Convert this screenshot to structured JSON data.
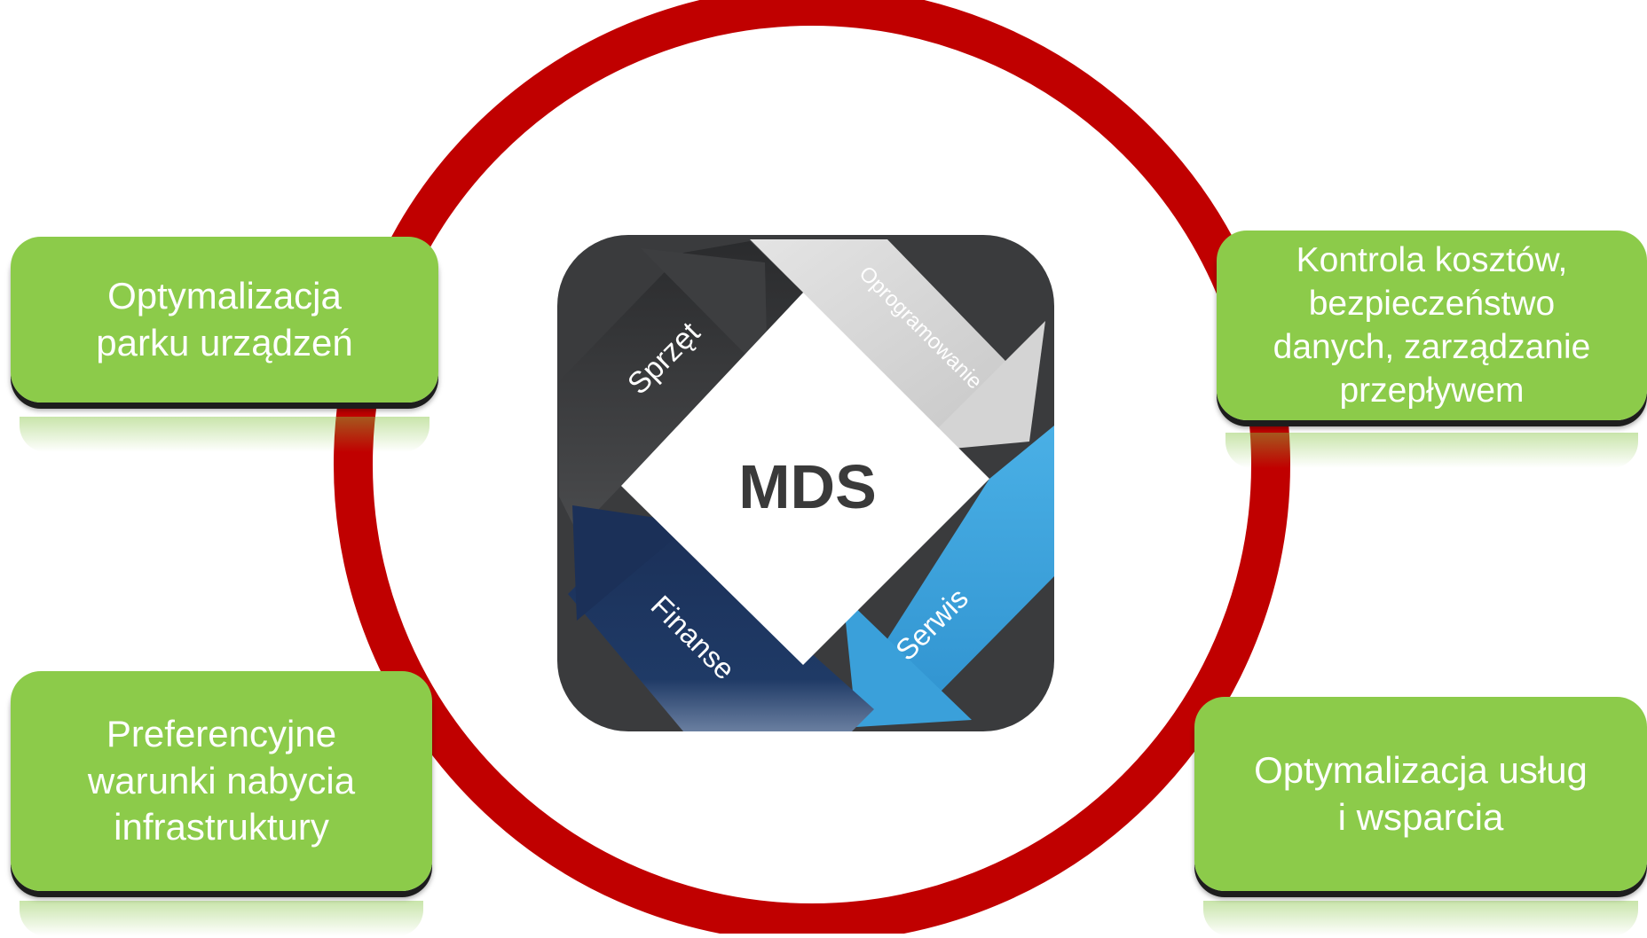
{
  "center": {
    "title": "MDS",
    "segments": [
      {
        "label": "Sprzęt",
        "color": "#3b3c3e"
      },
      {
        "label": "Oprogramowanie",
        "color": "#d0d0d0"
      },
      {
        "label": "Serwis",
        "color": "#3fa4dc"
      },
      {
        "label": "Finanse",
        "color": "#1b3058"
      }
    ]
  },
  "ring": {
    "color": "#c00000"
  },
  "boxes": {
    "top_left": "Optymalizacja\nparku urządzeń",
    "top_right": "Kontrola kosztów,\nbezpieczeństwo\ndanych, zarządzanie\nprzepływem",
    "bottom_left": "Preferencyjne\nwarunki nabycia\ninfrastruktury",
    "bottom_right": "Optymalizacja usług\ni wsparcia"
  },
  "box_color": "#8ccb4a"
}
